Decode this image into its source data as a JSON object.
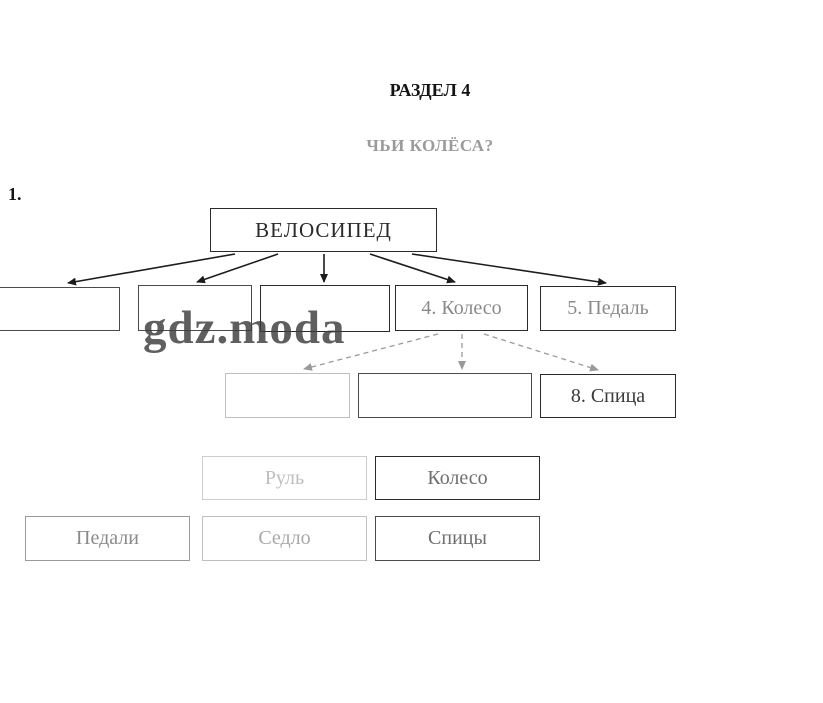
{
  "page": {
    "section_title": "РАЗДЕЛ 4",
    "subtitle": "ЧЬИ КОЛЁСА?",
    "item_number": "1."
  },
  "diagram": {
    "root": "ВЕЛОСИПЕД",
    "level1": {
      "box1": "",
      "box2": "",
      "box3": "",
      "box4": "4. Колесо",
      "box5": "5. Педаль"
    },
    "level2": {
      "box6": "",
      "box7": "",
      "box8": "8. Спица"
    }
  },
  "word_bank": {
    "rul": "Руль",
    "koleso": "Колесо",
    "pedali": "Педали",
    "sedlo": "Седло",
    "spicy": "Спицы"
  },
  "watermark": "gdz.moda"
}
